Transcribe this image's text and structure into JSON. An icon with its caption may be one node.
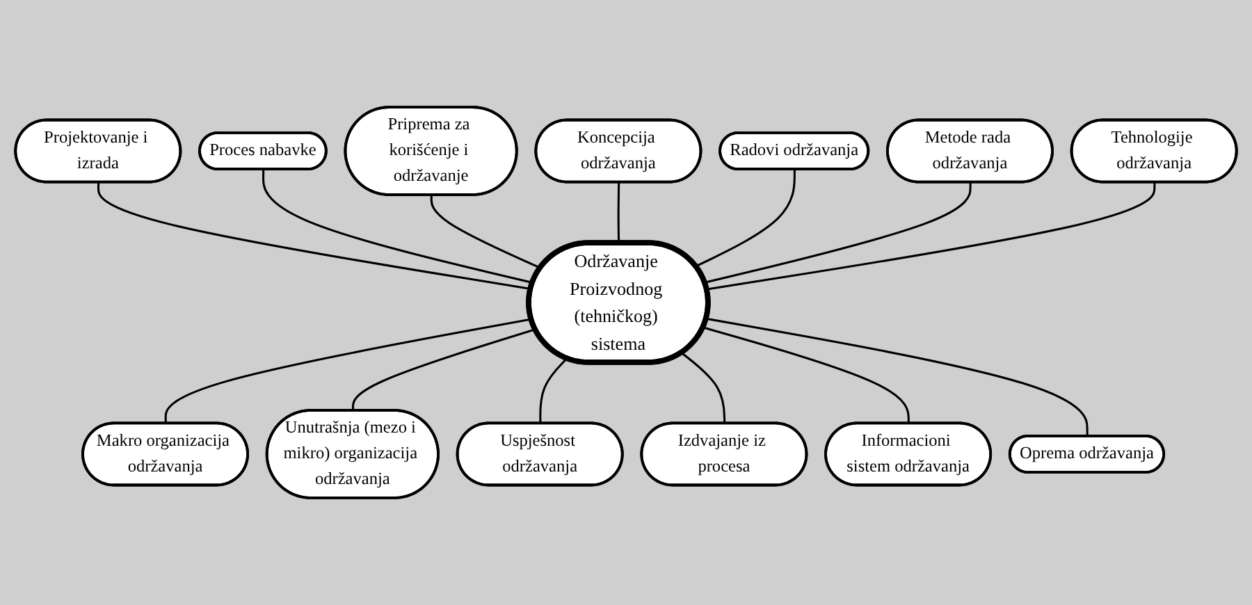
{
  "diagram": {
    "nodes": [
      {
        "text": [
          "Održavanje Proizvodnog (tehničkog) sistema"
        ]
      },
      {
        "text": [
          "Koncepcija održavanja"
        ]
      },
      {
        "text": [
          "Radovi održavanja"
        ]
      },
      {
        "text": [
          "Metode rada održavanja"
        ]
      },
      {
        "text": [
          "Tehnologije održavanja"
        ]
      },
      {
        "text": [
          "Oprema održavanja"
        ]
      },
      {
        "text": [
          "Informacioni sistem održavanja"
        ]
      },
      {
        "text": [
          "Izdvajanje iz procesa"
        ]
      },
      {
        "text": [
          "Uspješnost održavanja"
        ]
      },
      {
        "text": [
          "Unutrašnja (mezo i mikro) organizacija održavanja"
        ]
      },
      {
        "text": [
          "Makro organizacija održavanja"
        ]
      },
      {
        "text": [
          "Projektovanje i izrada"
        ]
      },
      {
        "text": [
          "Proces nabavke"
        ]
      },
      {
        "text": [
          "Priprema za korišćenje i održavanje"
        ]
      }
    ],
    "edges": [
      {
        "from": 11,
        "to": 0,
        "arrow": "none"
      },
      {
        "from": 12,
        "to": 0,
        "arrow": "none"
      },
      {
        "from": 13,
        "to": 0,
        "arrow": "none"
      },
      {
        "from": 1,
        "to": 0,
        "arrow": "none"
      },
      {
        "from": 2,
        "to": 0,
        "arrow": "none"
      },
      {
        "from": 3,
        "to": 0,
        "arrow": "none"
      },
      {
        "from": 4,
        "to": 0,
        "arrow": "none"
      },
      {
        "from": 0,
        "to": 10,
        "arrow": "none"
      },
      {
        "from": 0,
        "to": 9,
        "arrow": "none"
      },
      {
        "from": 0,
        "to": 8,
        "arrow": "none"
      },
      {
        "from": 0,
        "to": 7,
        "arrow": "none"
      },
      {
        "from": 0,
        "to": 6,
        "arrow": "none"
      },
      {
        "from": 0,
        "to": 5,
        "arrow": "none"
      }
    ]
  }
}
